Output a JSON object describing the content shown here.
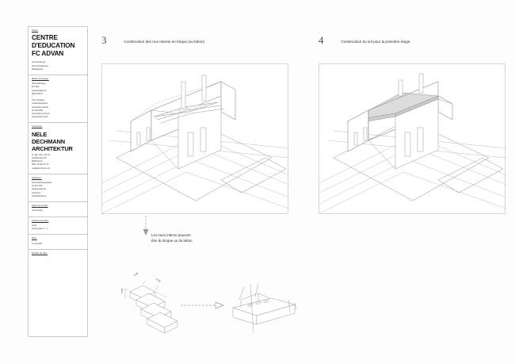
{
  "document": {
    "sheet_title": "CENTRE D'EDUCATION FC ADVAN construction sheet"
  },
  "titleblock": {
    "project": {
      "label": "Projet:",
      "name_line1": "CENTRE",
      "name_line2": "D'EDUCATION",
      "name_line3": "FC ADVAN",
      "address": [
        "sis à Ambenga",
        "Sud Antsaharoasy",
        "Madagascar"
      ]
    },
    "client": {
      "label": "Maître d'ouvrage:",
      "lines_a": [
        "Viktor Hänziger",
        "El Lokal",
        "Gessnerallee 11",
        "8004 Zürich"
      ],
      "separator": "-",
      "lines_b": [
        "Titus Solohery",
        "Ambitsoamanjaro",
        "Association Advan",
        "tél. 3011394",
        "Ambondrona 46 rez",
        "Antananarivo-101"
      ]
    },
    "architect": {
      "label": "Architecte:",
      "name_line1": "NELE",
      "name_line2": "DECHMANN",
      "name_line3": "ARCHITEKTUR",
      "lines": [
        "dr. dipl. arch. eth etc",
        "Huetlistrasse 50",
        "8008 Zürich",
        "0041 79 260 57 10",
        "nele@dechmann.ch"
      ]
    },
    "engineer": {
      "label": "Ingénieur:",
      "lines": [
        "Nofi Ambitsoamanjaro",
        "tel. B.A 146",
        "Anjanamiavona",
        "Ceonome",
        "Ambohidratrimo"
      ]
    },
    "status": {
      "label": "Status du projet:",
      "value": "construction"
    },
    "plan_content": {
      "label": "Contenu du plan:",
      "value_line1": "école",
      "value_line2": "construction 3 - 4"
    },
    "date": {
      "label": "Date:",
      "value": "11.12.2005"
    },
    "scale": {
      "label": "Echelle du plan:",
      "value": "-"
    }
  },
  "panels": [
    {
      "number": "3",
      "title": "Construction des mur interne en brique (ou béton)"
    },
    {
      "number": "4",
      "title": "Construction du sol pour la première étage."
    }
  ],
  "annotation": {
    "line1": "Les murs interne peuvent",
    "line2": "être du brique ou de béton"
  },
  "detail": {
    "brick_dimensions": {
      "depth": "0.05",
      "length": "0.18",
      "height": "0.08"
    }
  },
  "colors": {
    "frame_border": "#d8d8d8",
    "titleblock_border": "#c9c9c9",
    "line": "#9a9a9a",
    "wall_fill": "#ffffff",
    "slab_fill": "#dcdcdc",
    "text": "#2b2b2b"
  }
}
